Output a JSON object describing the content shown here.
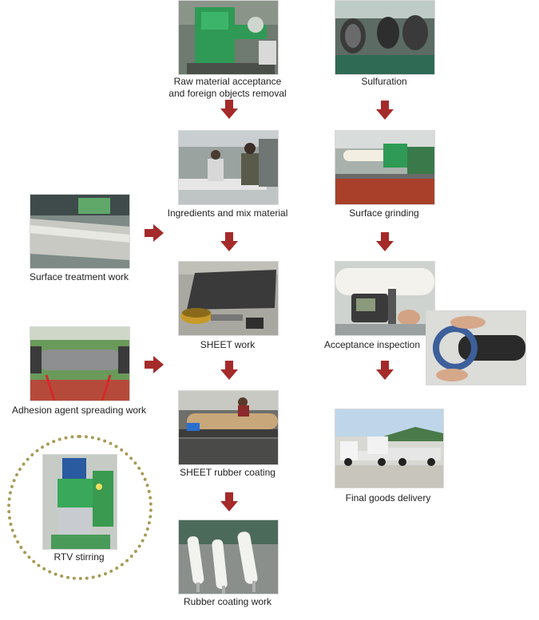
{
  "steps": {
    "raw_material": {
      "line1": "Raw material acceptance",
      "line2": "and foreign objects removal"
    },
    "ingredients": {
      "label": "Ingredients and mix material"
    },
    "sheet_work": {
      "label": "SHEET work"
    },
    "sheet_rubber": {
      "label": "SHEET rubber coating"
    },
    "rubber_coating": {
      "label": "Rubber coating work"
    },
    "sulfuration": {
      "label": "Sulfuration"
    },
    "surface_grinding": {
      "label": "Surface grinding"
    },
    "acceptance": {
      "label": "Acceptance inspection"
    },
    "final_delivery": {
      "label": "Final goods delivery"
    },
    "surface_treatment": {
      "label": "Surface treatment work"
    },
    "adhesion": {
      "label": "Adhesion agent spreading work"
    },
    "rtv": {
      "label": "RTV stirring"
    }
  },
  "colors": {
    "arrow": "#a52a2a",
    "ring": "#a89a55"
  }
}
